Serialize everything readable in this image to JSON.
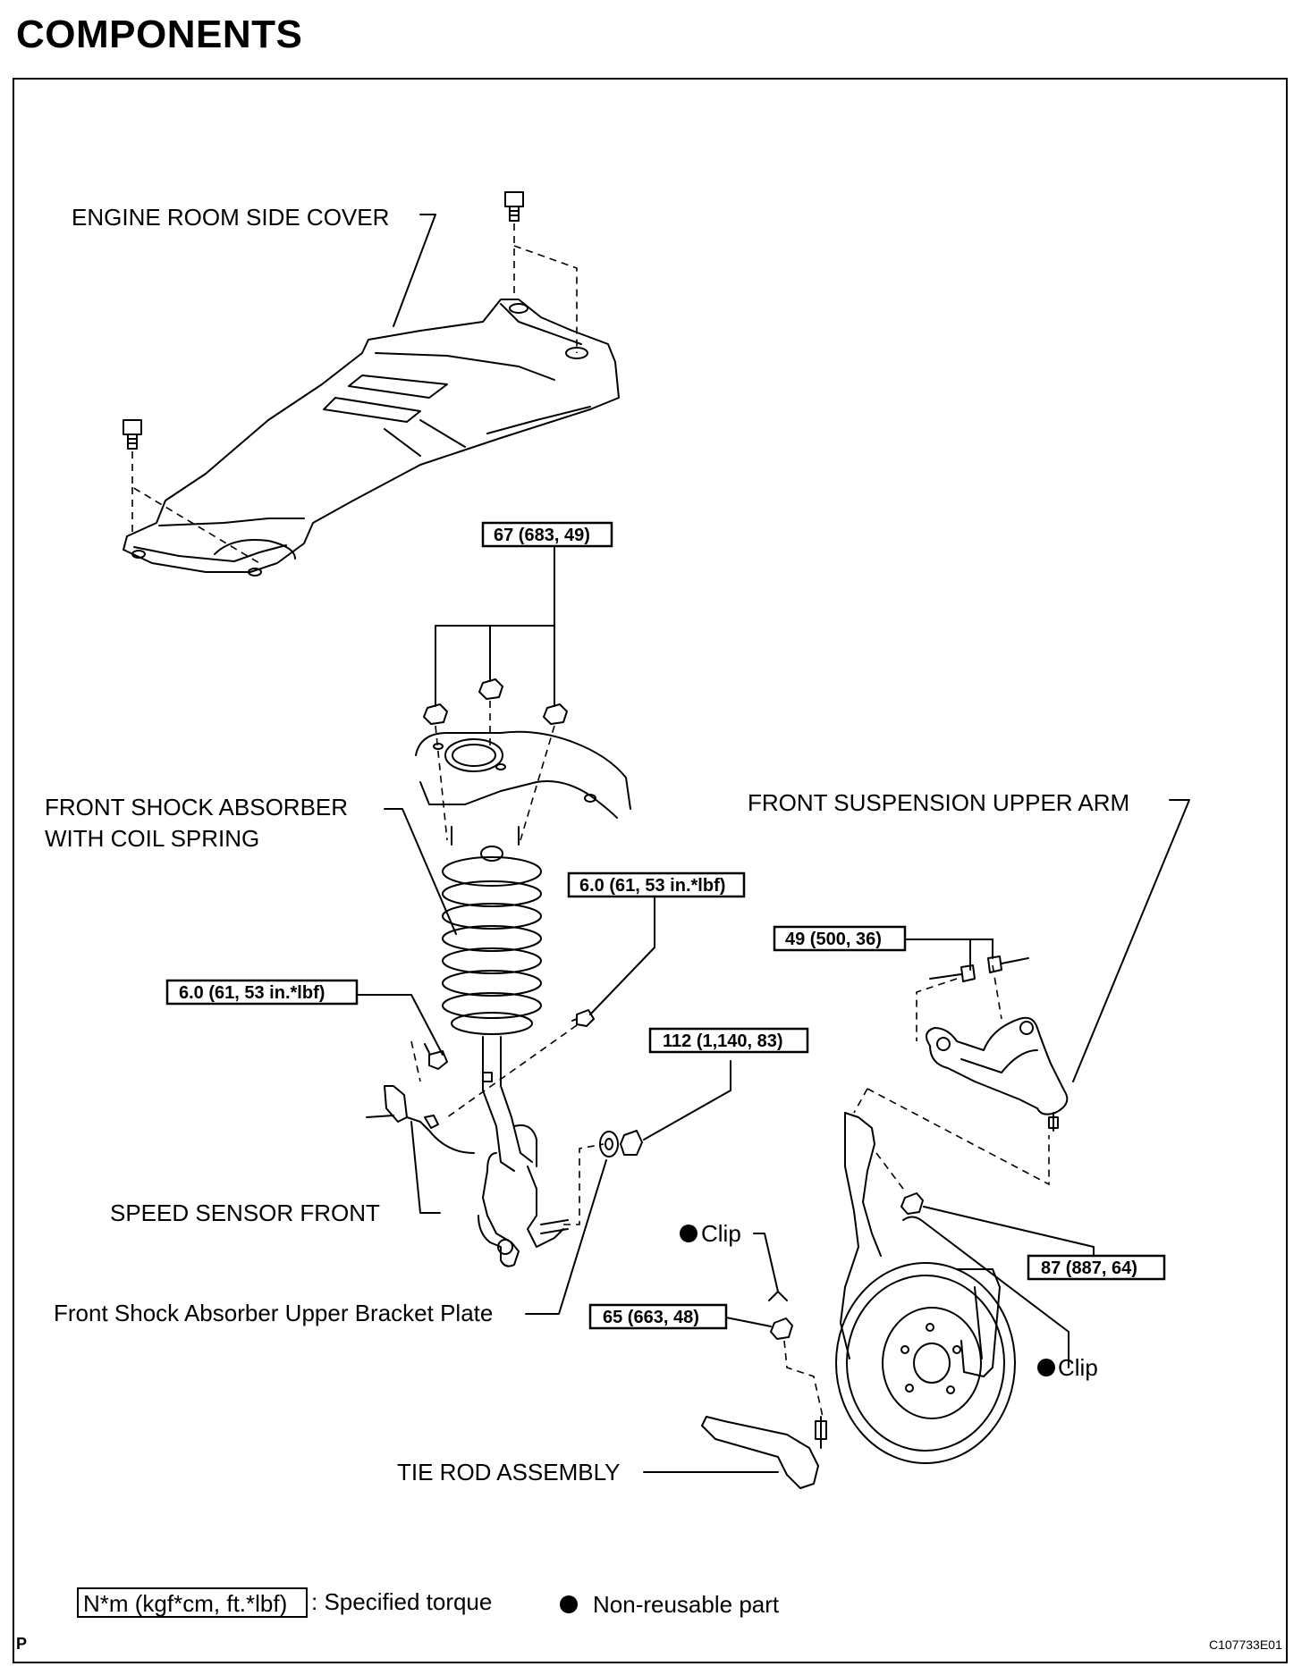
{
  "title": "COMPONENTS",
  "labels": {
    "engine_room_side_cover": "ENGINE ROOM SIDE COVER",
    "front_shock_absorber_line1": "FRONT SHOCK ABSORBER",
    "front_shock_absorber_line2": "WITH COIL SPRING",
    "front_suspension_upper_arm": "FRONT SUSPENSION UPPER ARM",
    "speed_sensor_front": "SPEED SENSOR FRONT",
    "upper_bracket_plate": "Front Shock Absorber Upper Bracket Plate",
    "tie_rod_assembly": "TIE ROD ASSEMBLY",
    "clip_1": "Clip",
    "clip_2": "Clip"
  },
  "torques": {
    "t_upper_nuts": "67 (683, 49)",
    "t_sensor_clamp": "6.0 (61, 53 in.*lbf)",
    "t_sensor_bolt": "6.0 (61, 53 in.*lbf)",
    "t_upper_arm_bolts": "49 (500, 36)",
    "t_lower_bolt": "112 (1,140, 83)",
    "t_ball_joint_nut": "87 (887, 64)",
    "t_tie_rod_nut": "65 (663, 48)"
  },
  "legend": {
    "torque_unit": "N*m (kgf*cm, ft.*lbf)",
    "torque_desc": ": Specified torque",
    "nonreusable": "Non-reusable part"
  },
  "footer": {
    "page_mark": "P",
    "figure_code": "C107733E01"
  }
}
